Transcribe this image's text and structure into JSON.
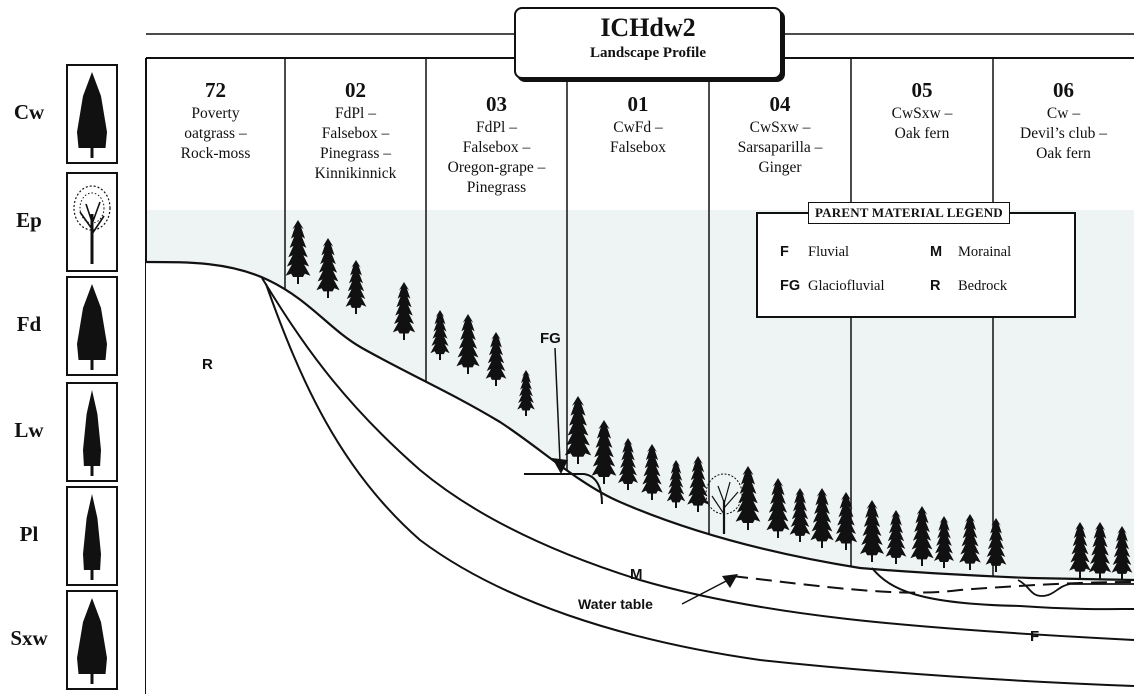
{
  "title": "ICHdw2",
  "subtitle": "Landscape Profile",
  "species": [
    {
      "code": "Cw",
      "icon": "cedar-tree-icon"
    },
    {
      "code": "Ep",
      "icon": "birch-tree-icon"
    },
    {
      "code": "Fd",
      "icon": "fir-tree-icon"
    },
    {
      "code": "Lw",
      "icon": "larch-tree-icon"
    },
    {
      "code": "Pl",
      "icon": "pine-tree-icon"
    },
    {
      "code": "Sxw",
      "icon": "spruce-tree-icon"
    }
  ],
  "columns": [
    {
      "number": "72",
      "lines": [
        "Poverty",
        "oatgrass –",
        "Rock-moss"
      ]
    },
    {
      "number": "02",
      "lines": [
        "FdPl –",
        "Falsebox –",
        "Pinegrass –",
        "Kinnikinnick"
      ]
    },
    {
      "number": "03",
      "lines": [
        "FdPl –",
        "Falsebox –",
        "Oregon-grape –",
        "Pinegrass"
      ]
    },
    {
      "number": "01",
      "lines": [
        "CwFd –",
        "Falsebox"
      ]
    },
    {
      "number": "04",
      "lines": [
        "CwSxw –",
        "Sarsaparilla –",
        "Ginger"
      ]
    },
    {
      "number": "05",
      "lines": [
        "CwSxw –",
        "Oak fern"
      ]
    },
    {
      "number": "06",
      "lines": [
        "Cw –",
        "Devil’s club –",
        "Oak fern"
      ]
    }
  ],
  "legend": {
    "title": "PARENT MATERIAL LEGEND",
    "items": [
      {
        "code": "F",
        "label": "Fluvial"
      },
      {
        "code": "M",
        "label": "Morainal"
      },
      {
        "code": "FG",
        "label": "Glaciofluvial"
      },
      {
        "code": "R",
        "label": "Bedrock"
      }
    ]
  },
  "labels": {
    "bedrock": "R",
    "glaciofluvial": "FG",
    "morainal": "M",
    "water_table": "Water table",
    "fluvial": "F"
  },
  "colors": {
    "line": "#111111",
    "sky": "#eef3f3",
    "background": "#ffffff"
  }
}
